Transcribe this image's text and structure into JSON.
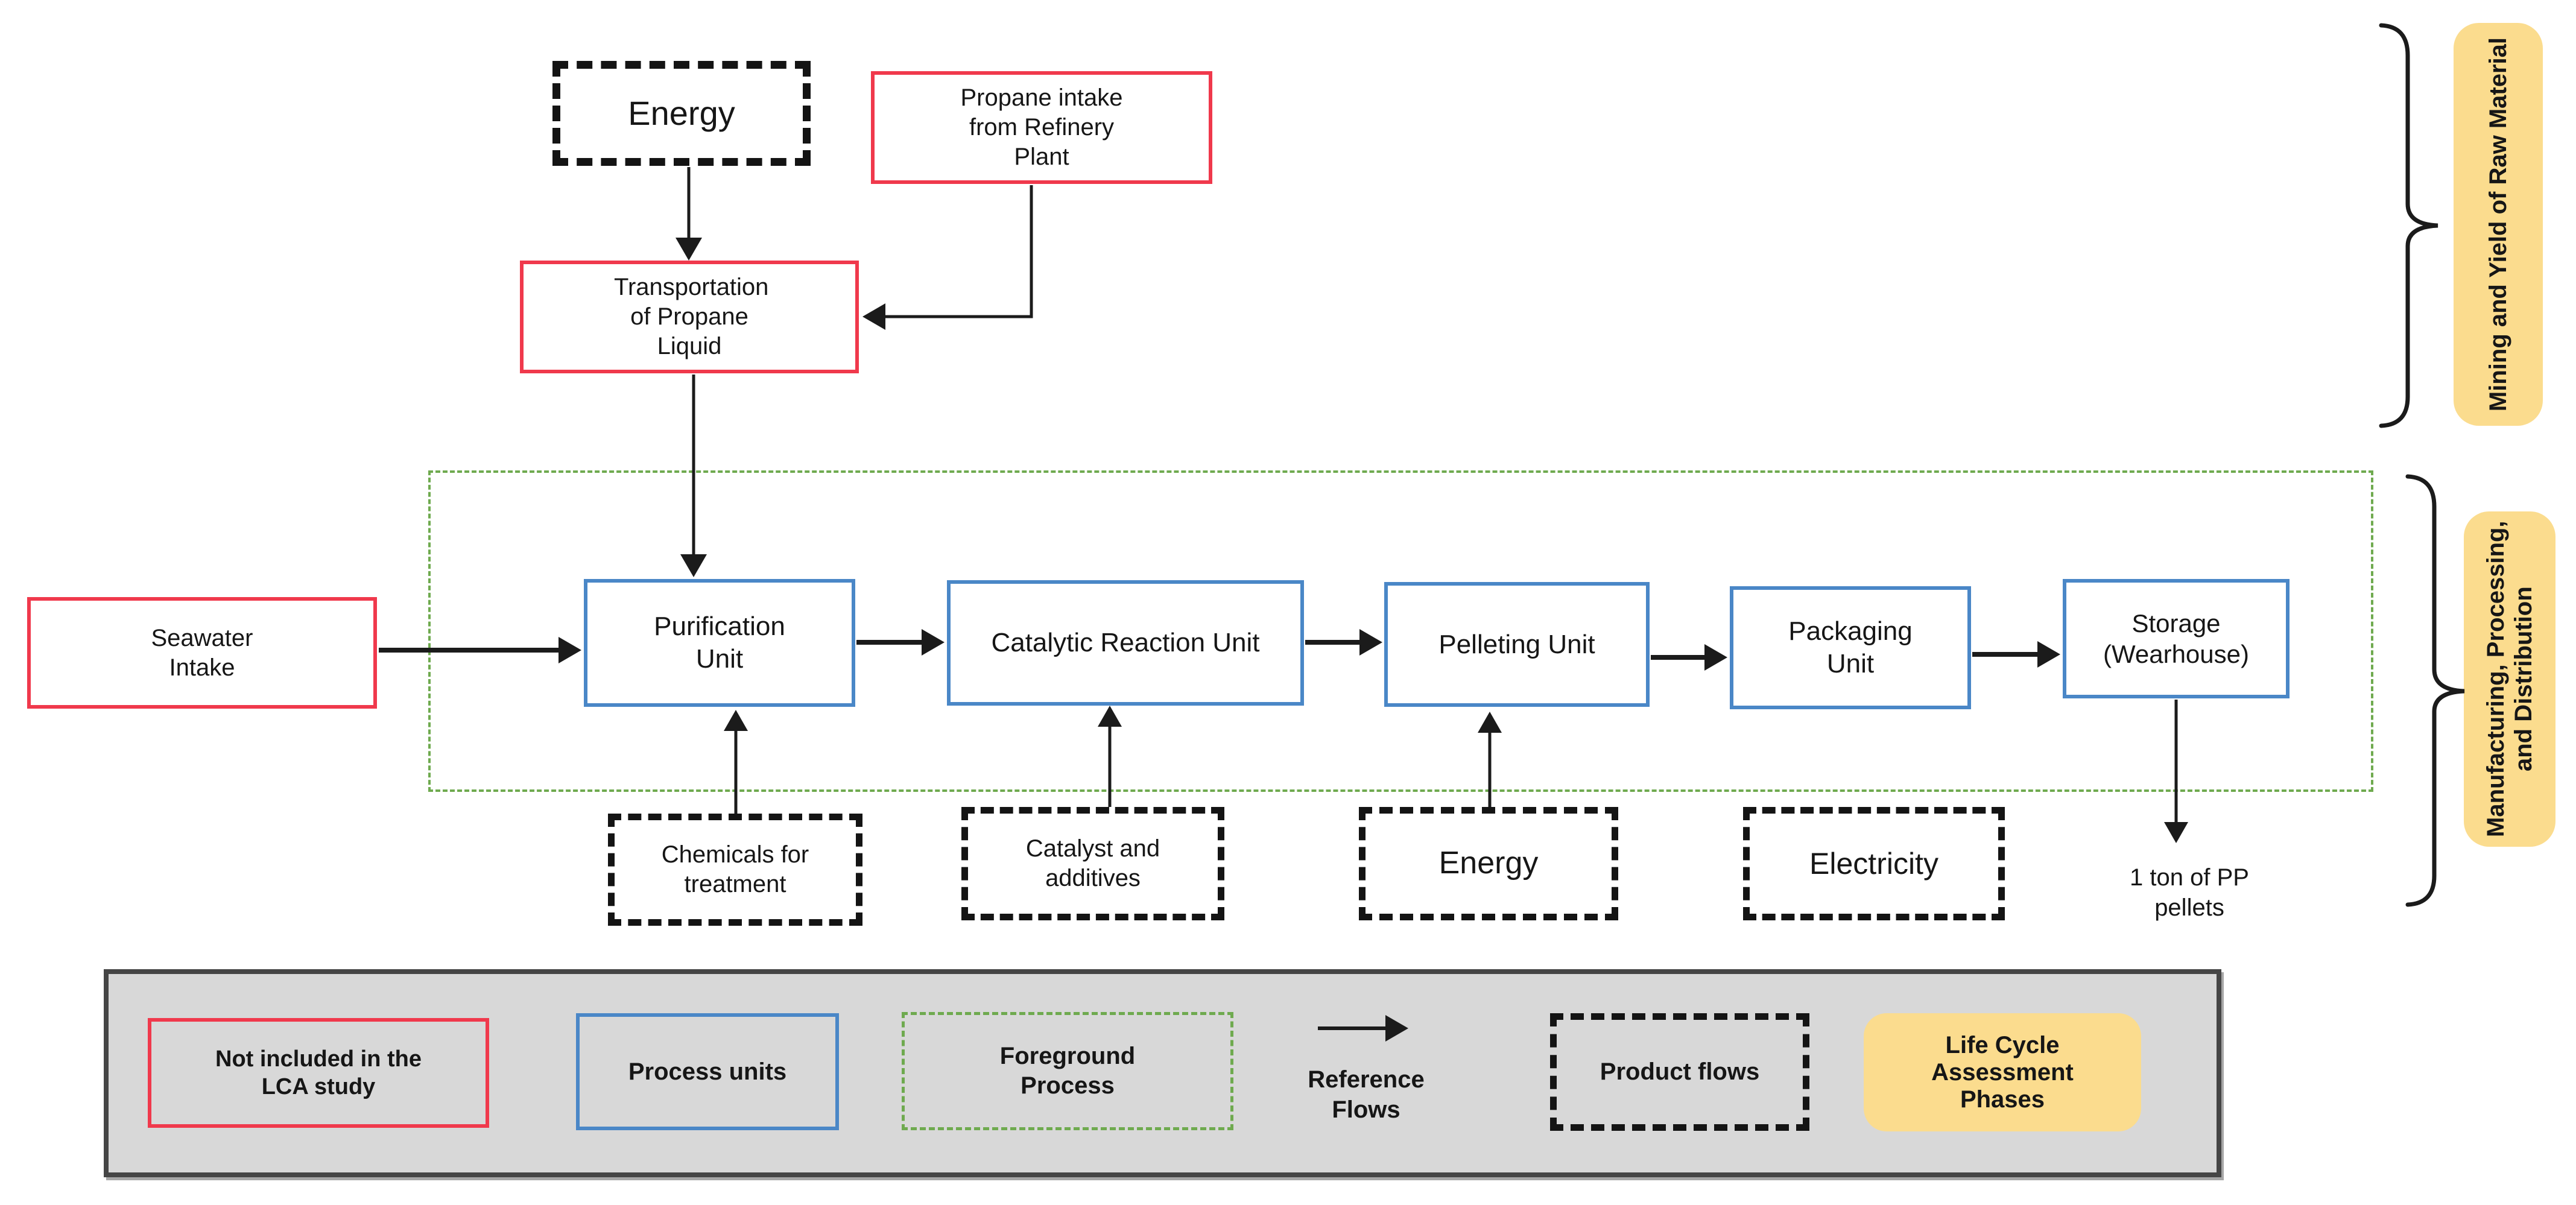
{
  "colors": {
    "red": "#f0394c",
    "blue": "#4a87c7",
    "green": "#6faa4f",
    "yellow": "#fbdc8e",
    "legend_background": "#d8d8d8",
    "line": "#161616"
  },
  "top": {
    "energy": "Energy",
    "propane_intake": "Propane intake from Refinery Plant",
    "transportation": "Transportation of Propane Liquid"
  },
  "flow": {
    "seawater": "Seawater Intake",
    "units": [
      "Purification Unit",
      "Catalytic Reaction Unit",
      "Pelleting Unit",
      "Packaging Unit",
      "Storage (Wearhouse)"
    ],
    "inputs": [
      "Chemicals for treatment",
      "Catalyst and additives",
      "Energy",
      "Electricity"
    ],
    "output": "1 ton of PP pellets"
  },
  "phases": {
    "phase1": "Mining and Yield of Raw Material",
    "phase2": "Manufacturing, Processing, and Distribution"
  },
  "legend": {
    "not_included": "Not included in the LCA study",
    "process_units": "Process units",
    "foreground": "Foreground Process",
    "reference_flows": "Reference Flows",
    "product_flows": "Product flows",
    "lca_phases": "Life Cycle Assessment Phases"
  }
}
